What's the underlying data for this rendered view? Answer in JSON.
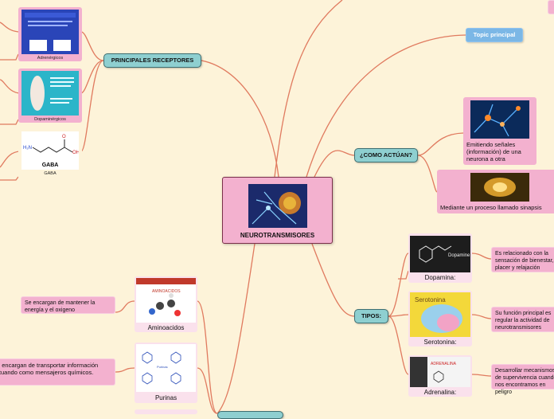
{
  "central": {
    "title": "NEUROTRANSMISORES"
  },
  "branches": {
    "receptores": {
      "label": "PRINCIPALES RECEPTORES"
    },
    "actuan": {
      "label": "¿COMO ACTÚAN?"
    },
    "tipos": {
      "label": "TIPOS:"
    },
    "topic": {
      "label": "Topic principal"
    }
  },
  "receptores_items": [
    {
      "caption": "Adrenérgicos"
    },
    {
      "caption": "Dopaminérgicos"
    },
    {
      "caption": "GABA",
      "inner": "GABA"
    }
  ],
  "actuan_items": [
    {
      "text": "Emitiendo señales (información) de una neurona a otra"
    },
    {
      "text": "Mediante un proceso llamado sinapsis"
    }
  ],
  "tipos_items": [
    {
      "caption": "Dopamina:",
      "desc": "Es relacionado con la sensación de bienestar, placer y relajación"
    },
    {
      "caption": "Serotonina:",
      "desc": "Su función principal es regular la actividad de neurotransmisores"
    },
    {
      "caption": "Adrenalina:",
      "desc": "Desarrollar mecanismos de supervivencia cuando nos encontramos en peligro"
    }
  ],
  "left_items": [
    {
      "caption": "Aminoacidos",
      "desc": "Se encargan de mantener la energía y el oxigeno"
    },
    {
      "caption": "Purinas",
      "desc": "Se encargan de transportar información actuando como mensajeros químicos."
    }
  ],
  "colors": {
    "link": "#e07a5f",
    "teal": "#8ecfd0",
    "pink": "#f3b1cf",
    "background": "#fdf3d9"
  }
}
